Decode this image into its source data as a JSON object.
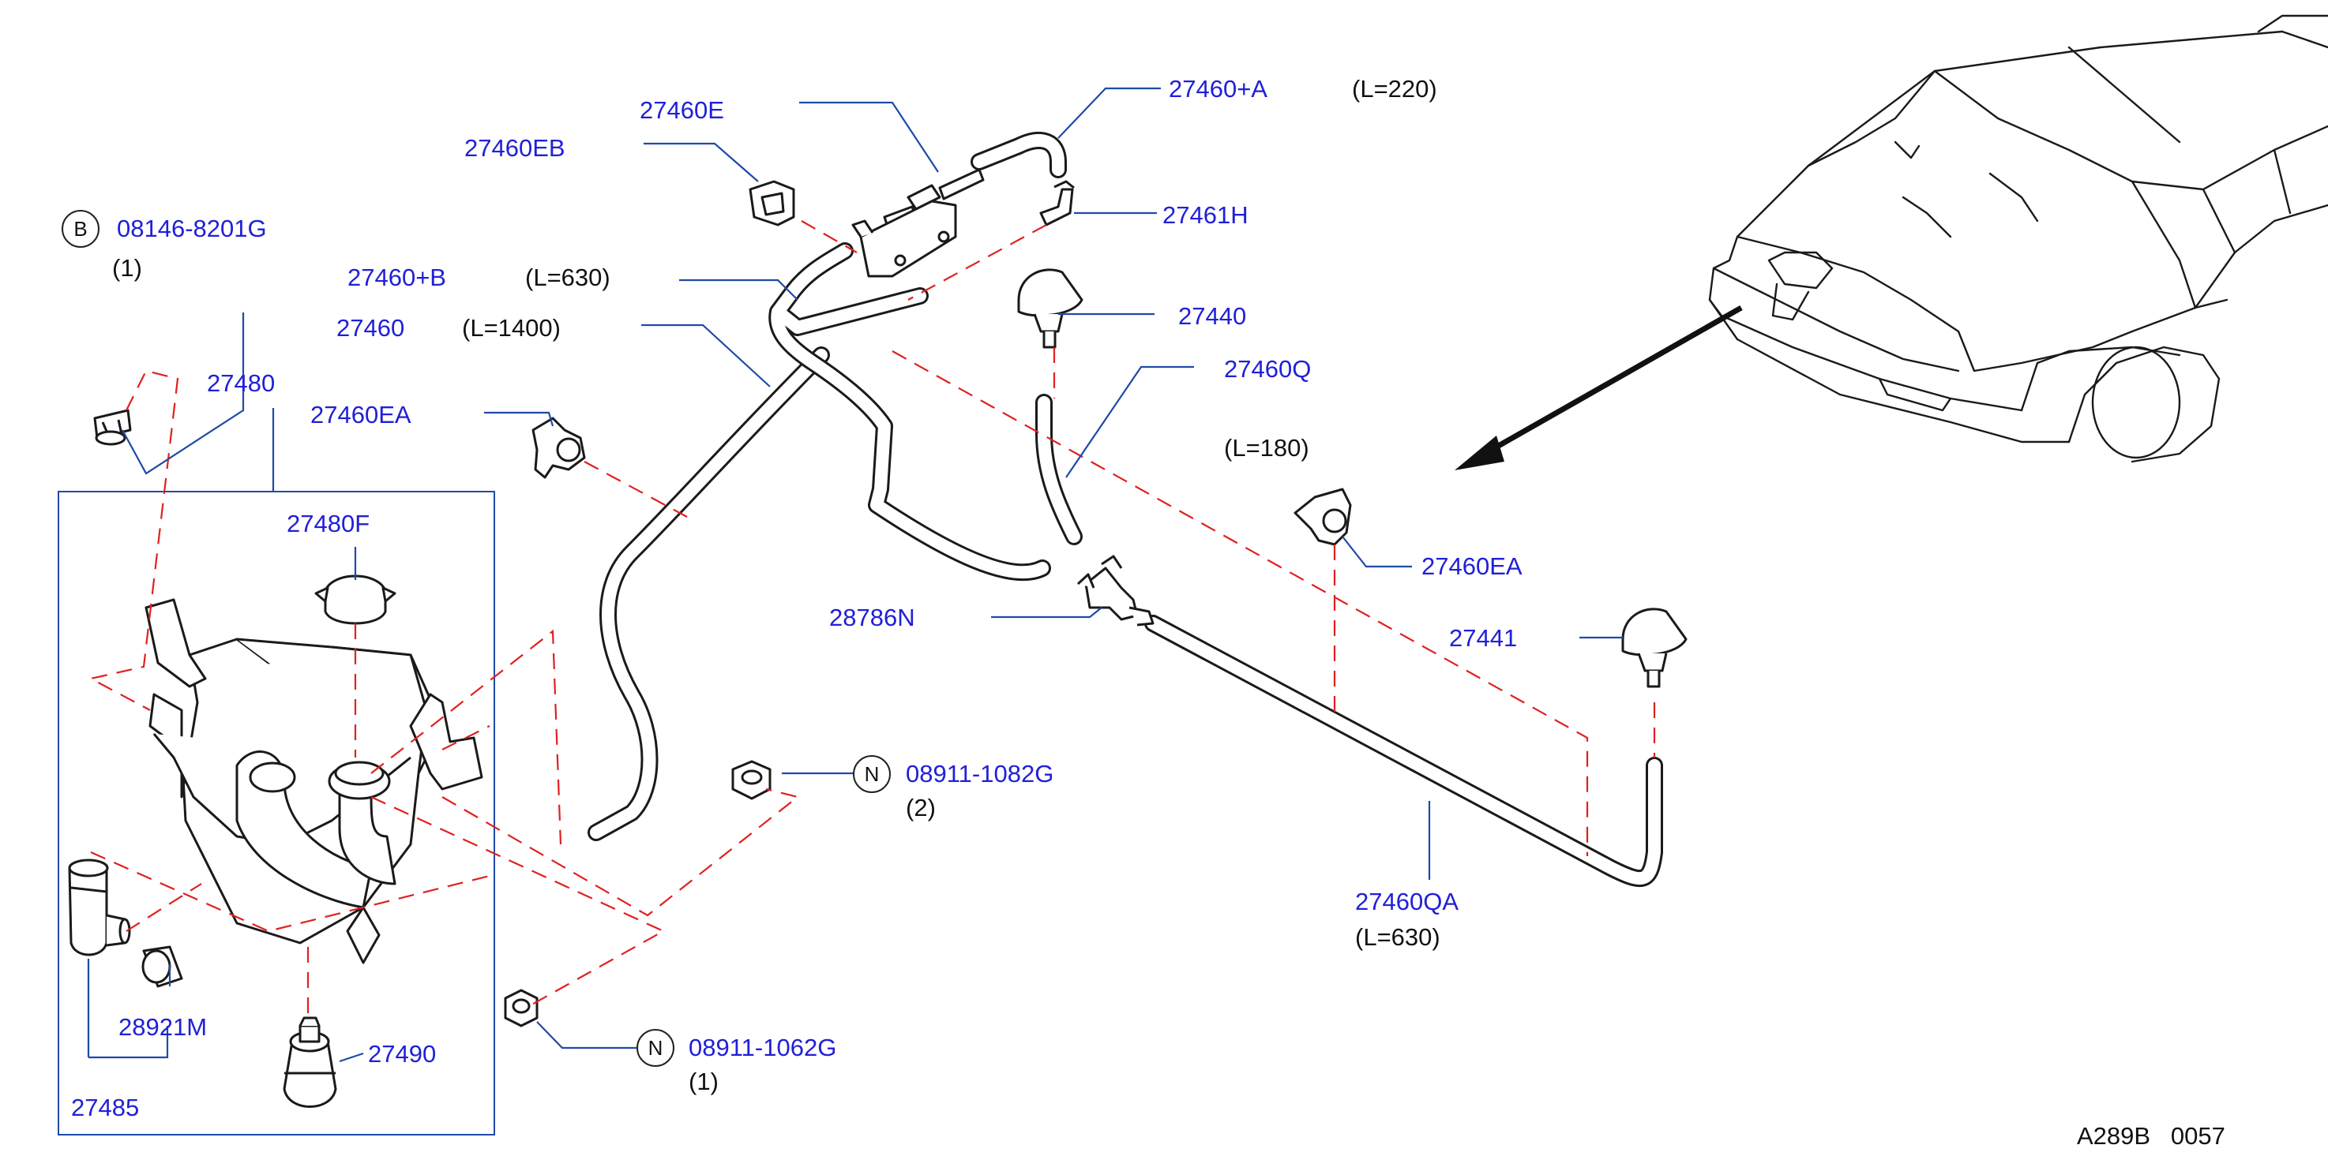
{
  "diagram": {
    "parts": [
      {
        "num": "27460+A",
        "note": "(L=220)"
      },
      {
        "num": "27460E"
      },
      {
        "num": "27460EB"
      },
      {
        "num": "27461H"
      },
      {
        "num": "27460+B",
        "note": "(L=630)"
      },
      {
        "num": "27460",
        "note": "(L=1400)"
      },
      {
        "num": "27440"
      },
      {
        "num": "27480"
      },
      {
        "num": "27460EA"
      },
      {
        "num": "27460Q",
        "note": "(L=180)"
      },
      {
        "num": "27480F"
      },
      {
        "num": "27460EA"
      },
      {
        "num": "28786N"
      },
      {
        "num": "27441"
      },
      {
        "num": "08911-1082G",
        "prefix": "N",
        "qty": "(2)"
      },
      {
        "num": "27460QA",
        "note": "(L=630)"
      },
      {
        "num": "28921M"
      },
      {
        "num": "27490"
      },
      {
        "num": "08911-1062G",
        "prefix": "N",
        "qty": "(1)"
      },
      {
        "num": "27485"
      },
      {
        "num": "08146-8201G",
        "prefix": "B",
        "qty": "(1)"
      }
    ],
    "ref_code": "A289B   0057",
    "colors": {
      "part_number": "#2020d8",
      "leader": "#1f4aa8",
      "dashed_guide": "#e02020",
      "outline": "#1a1a1a"
    }
  }
}
